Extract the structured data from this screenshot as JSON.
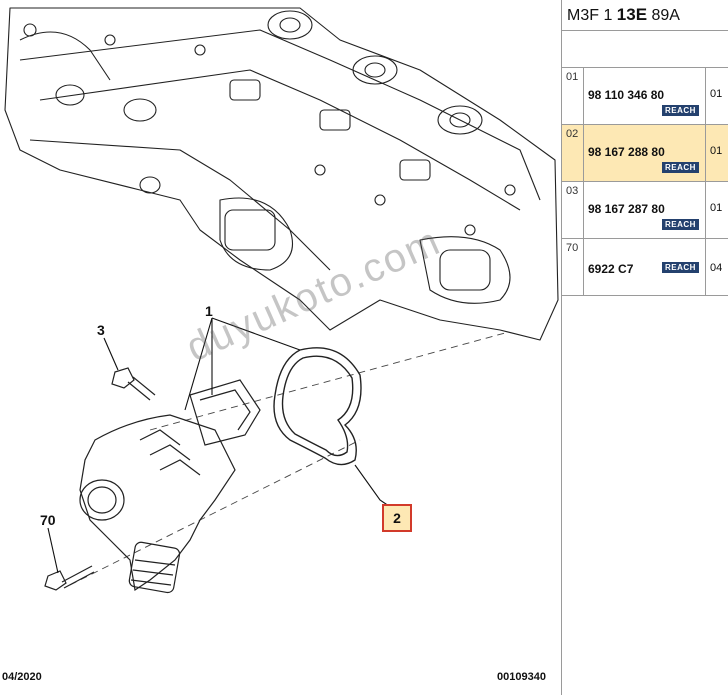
{
  "header": {
    "ref_prefix": "M3F 1",
    "ref_bold": "13E",
    "ref_suffix": "89A"
  },
  "diagram": {
    "callouts": [
      "1",
      "3",
      "70",
      "2"
    ],
    "highlighted_callout": "2",
    "watermark": "duyukoto.com",
    "date": "04/2020",
    "sheet_number": "00109340",
    "colors": {
      "highlight_fill": "#fde8b4",
      "highlight_border": "#d23a2a",
      "line": "#222222"
    }
  },
  "parts": [
    {
      "index": "01",
      "part_number": "98 110 346 80",
      "badge": "REACH",
      "qty": "01",
      "selected": false
    },
    {
      "index": "02",
      "part_number": "98 167 288 80",
      "badge": "REACH",
      "qty": "01",
      "selected": true
    },
    {
      "index": "03",
      "part_number": "98 167 287 80",
      "badge": "REACH",
      "qty": "01",
      "selected": false
    },
    {
      "index": "70",
      "part_number": "6922 C7",
      "badge": "REACH",
      "qty": "04",
      "selected": false
    }
  ]
}
